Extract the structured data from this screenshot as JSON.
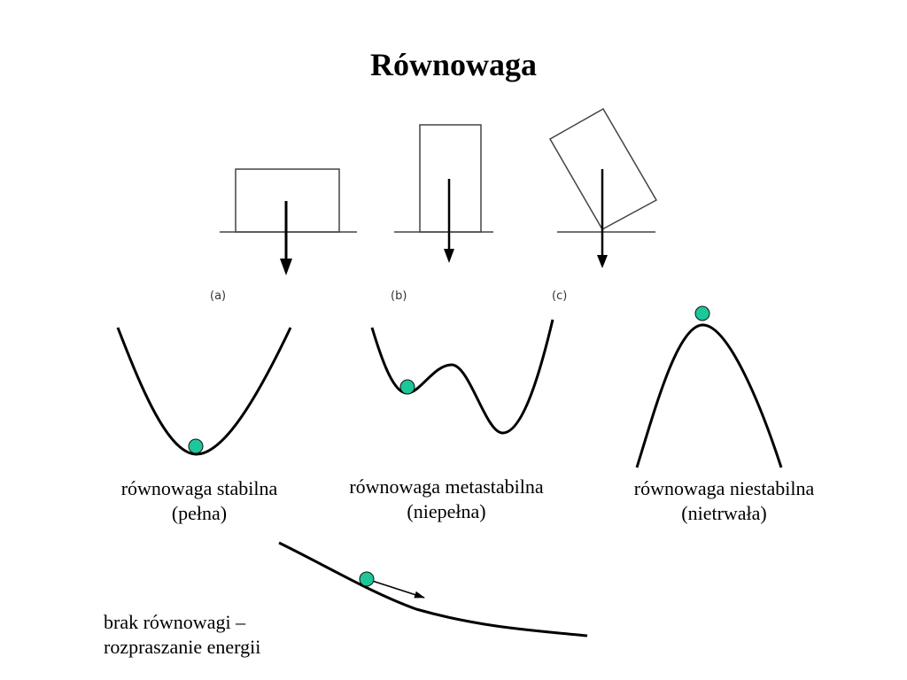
{
  "slide": {
    "title": "Równowaga"
  },
  "block_figures": [
    {
      "label": "(a)",
      "description": "wide box resting on ground, weight vector through base"
    },
    {
      "label": "(b)",
      "description": "tall box resting on ground, weight vector through base"
    },
    {
      "label": "(c)",
      "description": "tilted box balanced on a corner, weight vector through pivot"
    }
  ],
  "equilibrium_types": [
    {
      "line1": "równowaga stabilna",
      "line2": "(pełna)",
      "curve": "valley"
    },
    {
      "line1": "równowaga metastabilna",
      "line2": "(niepełna)",
      "curve": "double-well"
    },
    {
      "line1": "równowaga niestabilna",
      "line2": "(nietrwała)",
      "curve": "hill"
    }
  ],
  "no_equilibrium": {
    "line1": "brak równowagi –",
    "line2": "rozpraszanie energii",
    "curve": "descending slope"
  },
  "colors": {
    "ball": "#1dc79a",
    "line": "#000000",
    "block_outline": "#444444"
  }
}
